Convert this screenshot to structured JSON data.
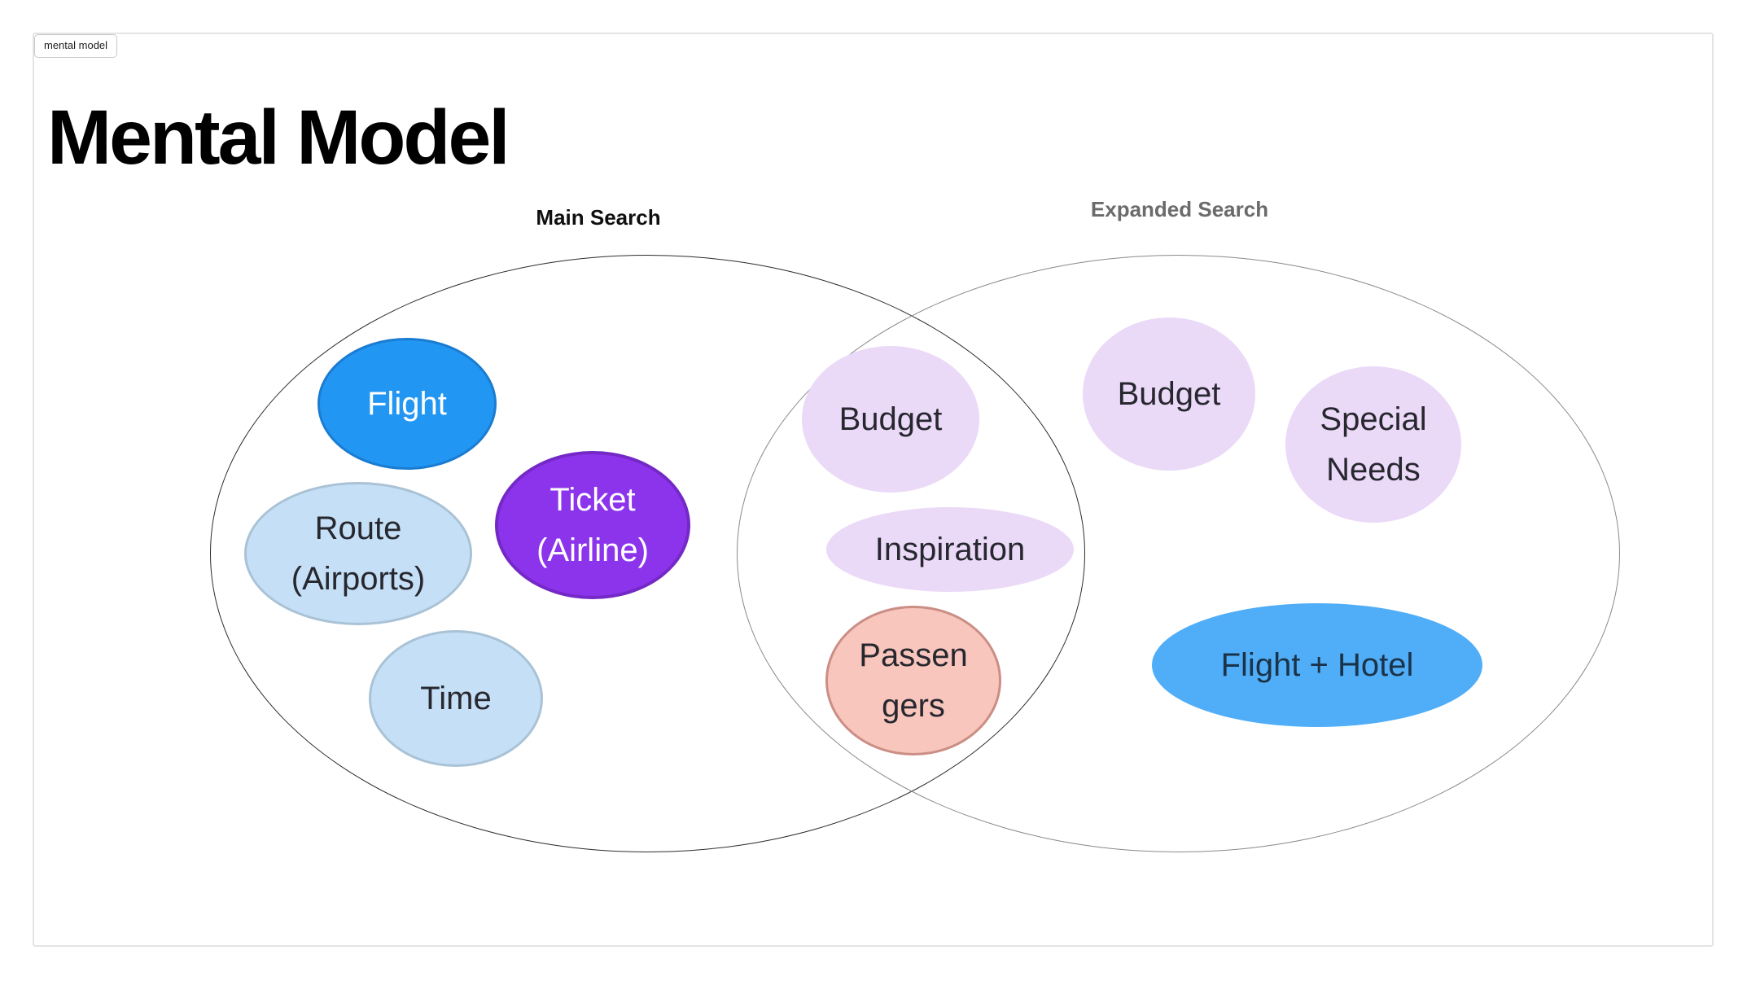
{
  "canvas": {
    "frame_label": "mental model",
    "title": "Mental Model"
  },
  "diagram": {
    "left_set": {
      "label": "Main Search",
      "label_color": "#101010",
      "outline_color": "#2d2d2d"
    },
    "right_set": {
      "label": "Expanded Search",
      "label_color": "#6b6b6b",
      "outline_color": "#8a8a8a"
    },
    "nodes": [
      {
        "id": "flight",
        "region": "main-search",
        "label": "Flight",
        "text": "Flight",
        "fill": "#2196f3",
        "border": "#1a7cd1",
        "text_color": "#ffffff"
      },
      {
        "id": "route-airports",
        "region": "main-search",
        "label": "Route (Airports)",
        "text": "Route\n(Airports)",
        "fill": "#c5e0f6",
        "border": "#aac2d6",
        "text_color": "#27272f"
      },
      {
        "id": "time",
        "region": "main-search",
        "label": "Time",
        "text": "Time",
        "fill": "#c5e0f6",
        "border": "#aac2d6",
        "text_color": "#27272f"
      },
      {
        "id": "ticket-airline",
        "region": "main-search",
        "label": "Ticket (Airline)",
        "text": "Ticket\n(Airline)",
        "fill": "#8c34ec",
        "border": "#7429c6",
        "text_color": "#ffffff"
      },
      {
        "id": "budget-shared",
        "region": "overlap",
        "label": "Budget",
        "text": "Budget",
        "fill": "#ebd9f8",
        "text_color": "#27272f"
      },
      {
        "id": "inspiration",
        "region": "overlap",
        "label": "Inspiration",
        "text": "Inspiration",
        "fill": "#ebd9f8",
        "text_color": "#27272f"
      },
      {
        "id": "passengers",
        "region": "overlap",
        "label": "Passengers",
        "text": "Passen\ngers",
        "fill": "#f8c6bd",
        "border": "#cb8e85",
        "text_color": "#27272f"
      },
      {
        "id": "budget-expanded",
        "region": "expanded-search",
        "label": "Budget",
        "text": "Budget",
        "fill": "#ebd9f8",
        "text_color": "#27272f"
      },
      {
        "id": "special-needs",
        "region": "expanded-search",
        "label": "Special Needs",
        "text": "Special\nNeeds",
        "fill": "#ebd9f8",
        "text_color": "#27272f"
      },
      {
        "id": "flight-hotel",
        "region": "expanded-search",
        "label": "Flight + Hotel",
        "text": "Flight + Hotel",
        "fill": "#50adf7",
        "text_color": "#1b3349"
      }
    ]
  }
}
